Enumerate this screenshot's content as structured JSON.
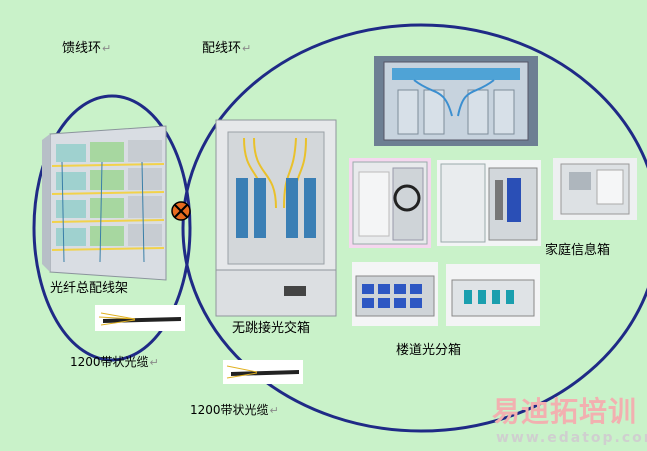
{
  "labels": {
    "feeder_ring": "馈线环",
    "distribution_ring": "配线环",
    "odf": "光纤总配线架",
    "cross_box": "无跳接光交箱",
    "home_box": "家庭信息箱",
    "splitter_box": "楼道光分箱",
    "cable_1": "1200带状光缆",
    "cable_2": "1200带状光缆"
  },
  "return_mark": "↵",
  "watermark": {
    "brand": "易迪拓培训",
    "url": "www.edatop.com"
  },
  "colors": {
    "background": "#c9f2c9",
    "ring_stroke": "#1f2a86",
    "junction_fill": "#e86b1f"
  }
}
